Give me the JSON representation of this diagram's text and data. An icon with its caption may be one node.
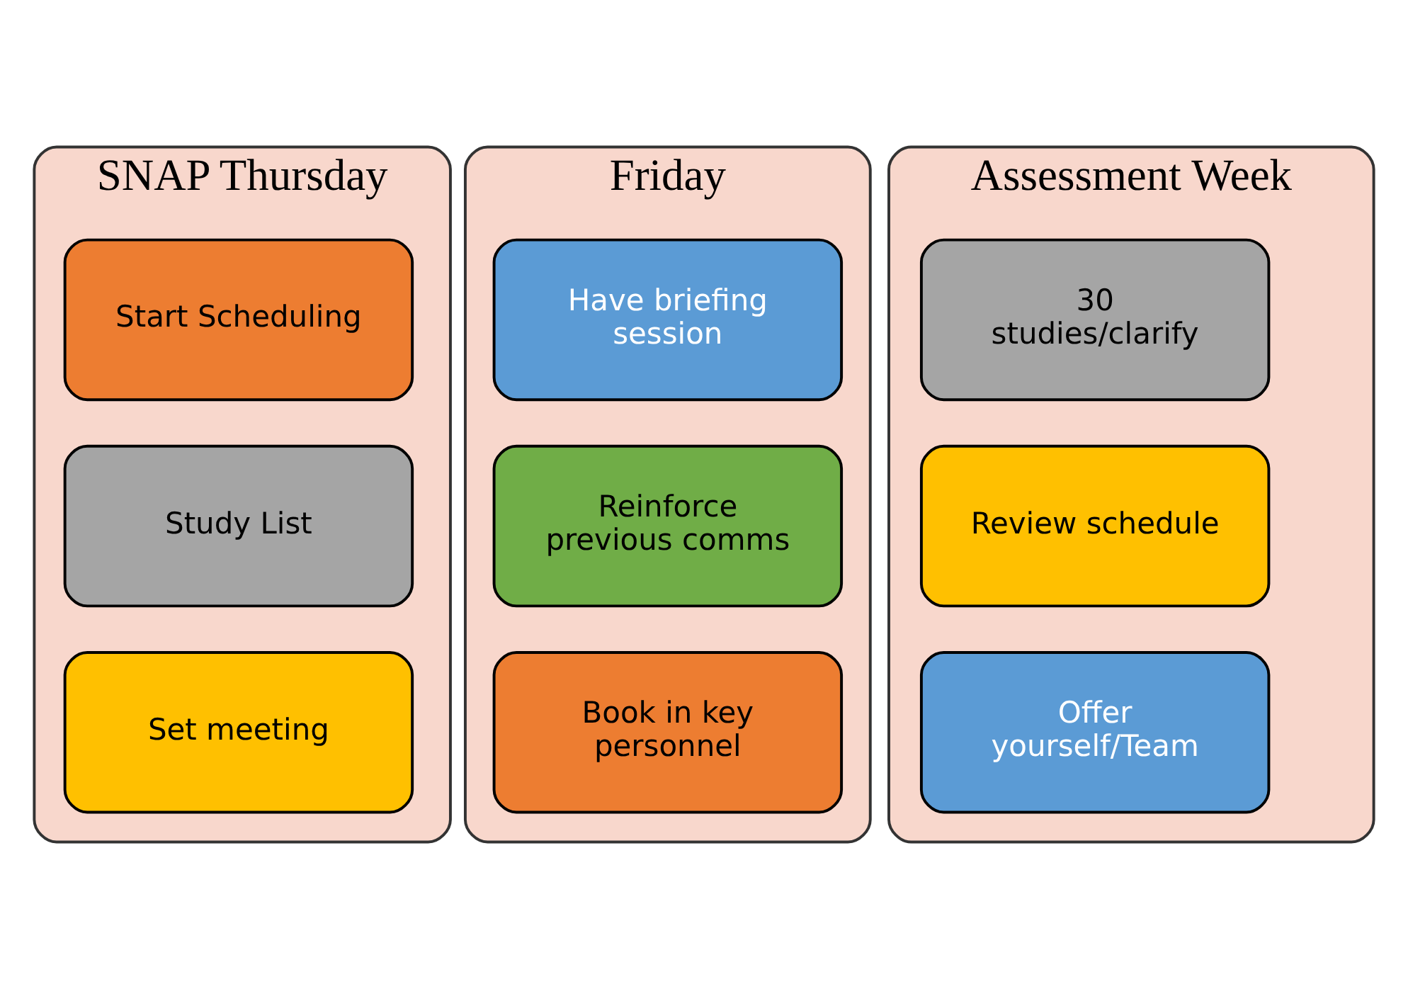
{
  "diagram": {
    "nodes": [
      {
        "text": [
          "SNAP Thursday"
        ]
      },
      {
        "text": [
          "Start Scheduling"
        ],
        "in": 0
      },
      {
        "text": [
          "Study List"
        ],
        "in": 0
      },
      {
        "text": [
          "Set meeting"
        ],
        "in": 0
      },
      {
        "text": [
          "Friday"
        ]
      },
      {
        "text": [
          "Have briefing session"
        ],
        "in": 4
      },
      {
        "text": [
          "Reinforce previous comms"
        ],
        "in": 4
      },
      {
        "text": [
          "Book in key personnel"
        ],
        "in": 4
      },
      {
        "text": [
          "Assessment Week"
        ]
      },
      {
        "text": [
          "30 studies/clarify"
        ],
        "in": 8
      },
      {
        "text": [
          "Review schedule"
        ],
        "in": 8
      },
      {
        "text": [
          "Offer yourself/Team"
        ],
        "in": 8
      }
    ],
    "edges": []
  }
}
